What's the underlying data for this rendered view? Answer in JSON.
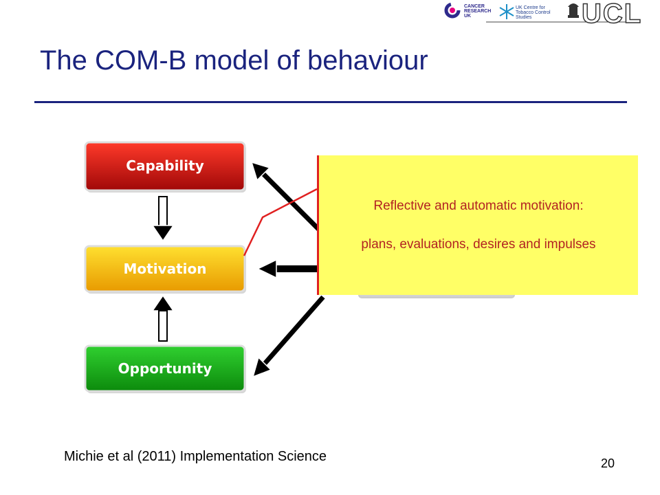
{
  "header": {
    "title": "The COM-B model of behaviour",
    "logos": {
      "cancer_research": "CANCER RESEARCH UK",
      "tobacco": "UK Centre for Tobacco Control Studies",
      "ucl": "UCL"
    }
  },
  "diagram": {
    "boxes": [
      {
        "label": "Capability",
        "color": "#cc1010"
      },
      {
        "label": "Motivation",
        "color": "#f0b400"
      },
      {
        "label": "Opportunity",
        "color": "#17a017"
      }
    ],
    "callout": {
      "line1": "Reflective and automatic motivation:",
      "line2": "plans, evaluations, desires and impulses",
      "background": "#ffff66",
      "text_color": "#b22222"
    }
  },
  "footer": {
    "citation": "Michie et al (2011) Implementation Science",
    "page_number": "20"
  }
}
